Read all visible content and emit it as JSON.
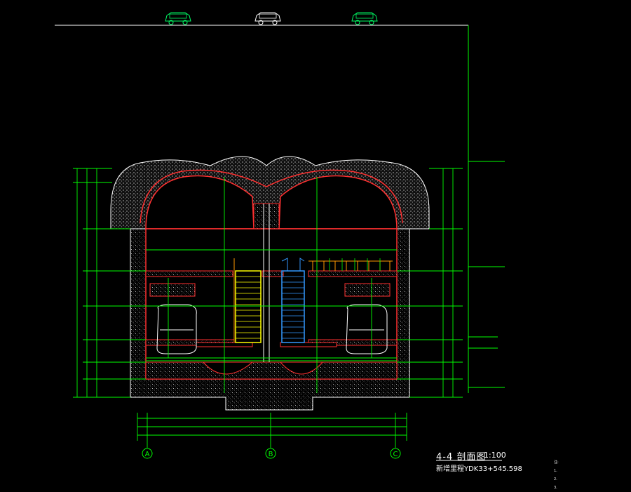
{
  "drawing": {
    "section_title": "4-4 剖面图",
    "scale": "1:100",
    "mileage": "新增里程YDK33+545.598",
    "grid_axes": [
      "A",
      "B",
      "C"
    ],
    "notes_heading": "注:",
    "notes": [
      "1.",
      "2.",
      "3."
    ],
    "colors": {
      "background": "#000000",
      "structure": "#ff3030",
      "dimension": "#00ff00",
      "hatch": "#ffffff",
      "stair": "#ffff00",
      "escalator": "#3399ff",
      "rail": "#ff9900",
      "grid": "#00ff00"
    },
    "icons": [
      "car-icon",
      "car-icon",
      "car-icon"
    ]
  }
}
